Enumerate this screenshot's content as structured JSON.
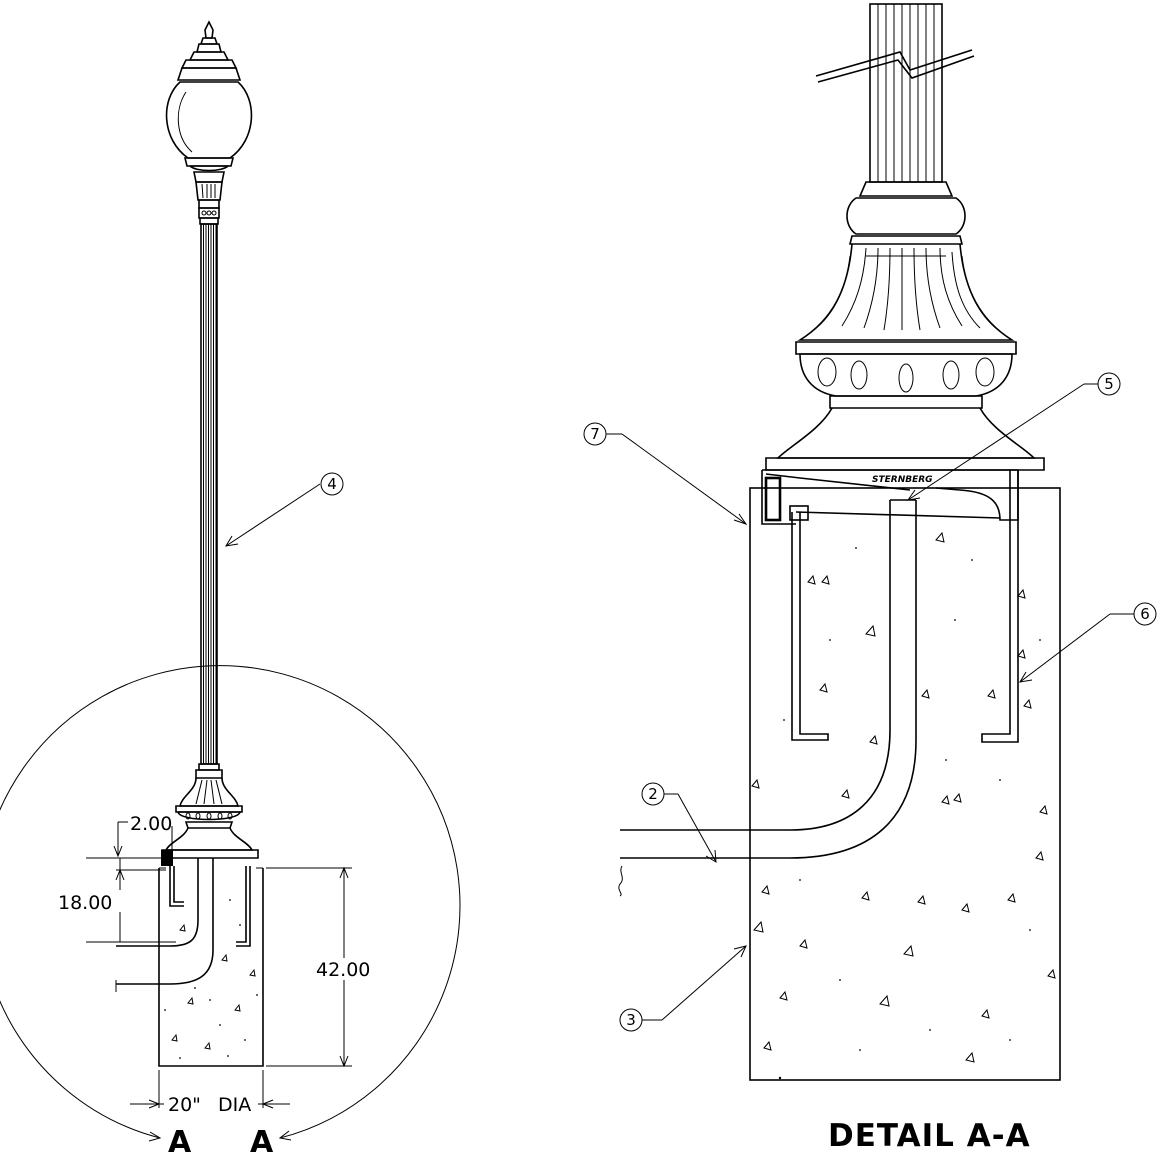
{
  "elevation": {
    "dimensions": {
      "offset": "2.00",
      "depth_short": "18.00",
      "depth_foundation": "42.00",
      "diameter": "20\"",
      "diameter_suffix": "DIA"
    },
    "callout_pole": "4",
    "section_marker_left": "A",
    "section_marker_right": "A"
  },
  "detail": {
    "title": "DETAIL A-A",
    "stamp": "STERNBERG",
    "callouts": {
      "conduit": "2",
      "foundation": "3",
      "anchor_top": "5",
      "anchor_bolt": "6",
      "base_plate": "7"
    }
  }
}
